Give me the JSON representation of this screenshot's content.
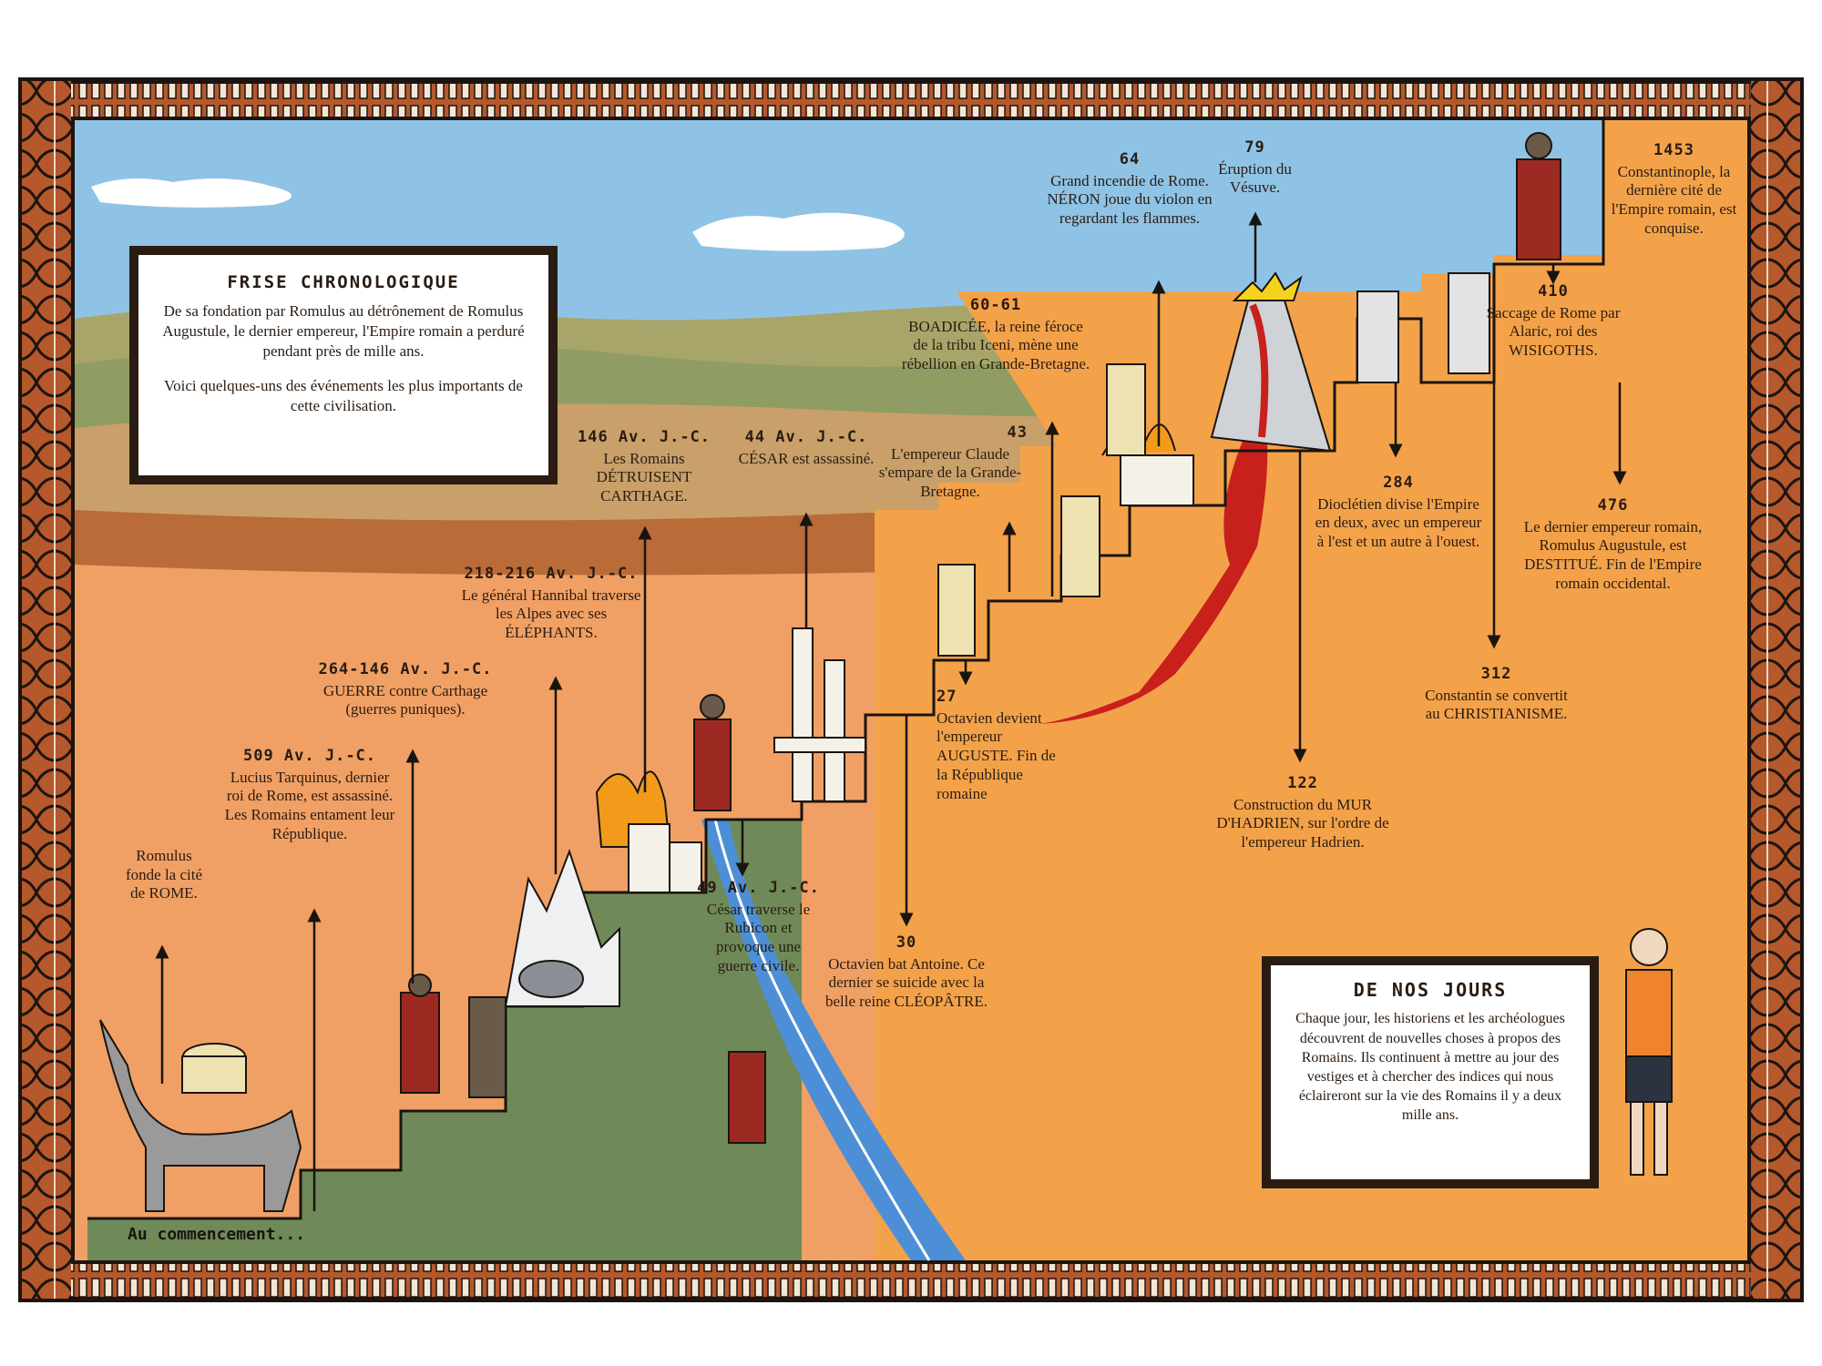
{
  "title": "FRISE CHRONOLOGIQUE",
  "intro": {
    "p1": "De sa fondation par Romulus au détrônement de Romulus Augustule, le dernier empereur, l'Empire romain a perduré pendant près de mille ans.",
    "p2": "Voici quelques-uns des événements les plus importants de cette civilisation."
  },
  "start_label": "Au commencement...",
  "events": [
    {
      "id": "romulus",
      "year": "",
      "text": "Romulus fonde la cité de ROME."
    },
    {
      "id": "tarquinius",
      "year": "509 Av. J.-C.",
      "text": "Lucius Tarquinus, dernier roi de Rome, est assassiné. Les Romains entament leur République."
    },
    {
      "id": "punic",
      "year": "264-146 Av. J.-C.",
      "text": "GUERRE contre Carthage (guerres puniques)."
    },
    {
      "id": "hannibal",
      "year": "218-216 Av. J.-C.",
      "text": "Le général Hannibal traverse les Alpes avec ses ÉLÉPHANTS."
    },
    {
      "id": "carthage",
      "year": "146 Av. J.-C.",
      "text": "Les Romains DÉTRUISENT CARTHAGE."
    },
    {
      "id": "rubicon",
      "year": "49 Av. J.-C.",
      "text": "César traverse le Rubicon et provoque une guerre civile."
    },
    {
      "id": "caesar",
      "year": "44 Av. J.-C.",
      "text": "CÉSAR est assassiné."
    },
    {
      "id": "actium",
      "year": "30",
      "text": "Octavien bat Antoine. Ce dernier se suicide avec la belle reine CLÉOPÂTRE."
    },
    {
      "id": "auguste",
      "year": "27",
      "text": "Octavien devient l'empereur AUGUSTE. Fin de la République romaine"
    },
    {
      "id": "claude",
      "year": "43",
      "text": "L'empereur Claude s'empare de la Grande-Bretagne."
    },
    {
      "id": "boadicee",
      "year": "60-61",
      "text": "BOADICÉE, la reine féroce de la tribu Iceni, mène une rébellion en Grande-Bretagne."
    },
    {
      "id": "neron",
      "year": "64",
      "text": "Grand incendie de Rome. NÉRON joue du violon en regardant les flammes."
    },
    {
      "id": "vesuve",
      "year": "79",
      "text": "Éruption du Vésuve."
    },
    {
      "id": "hadrien",
      "year": "122",
      "text": "Construction du MUR D'HADRIEN, sur l'ordre de l'empereur Hadrien."
    },
    {
      "id": "diocletien",
      "year": "284",
      "text": "Dioclétien divise l'Empire en deux, avec un empereur à l'est et un autre à l'ouest."
    },
    {
      "id": "constantin",
      "year": "312",
      "text": "Constantin se convertit au CHRISTIANISME."
    },
    {
      "id": "alaric",
      "year": "410",
      "text": "Saccage de Rome par Alaric, roi des WISIGOTHS."
    },
    {
      "id": "augustule",
      "year": "476",
      "text": "Le dernier empereur romain, Romulus Augustule, est DESTITUÉ. Fin de l'Empire romain occidental."
    },
    {
      "id": "constantinople",
      "year": "1453",
      "text": "Constantinople, la dernière cité de l'Empire romain, est conquise."
    }
  ],
  "today": {
    "title": "DE NOS JOURS",
    "text": "Chaque jour, les historiens et les archéologues découvrent de nouvelles choses à propos des Romains. Ils continuent à mettre au jour des vestiges et à chercher des indices qui nous éclaireront sur la vie des Romains il y a deux mille ans."
  },
  "colors": {
    "sky": "#8fc3e6",
    "hills_green": "#8f9c63",
    "sand": "#c9a06a",
    "earth": "#d9894b",
    "field": "#f0a065",
    "orange": "#f3a24a",
    "grass": "#6f8a58",
    "river": "#4d8fd6",
    "border": "#b5582c",
    "lava": "#c8201b"
  }
}
